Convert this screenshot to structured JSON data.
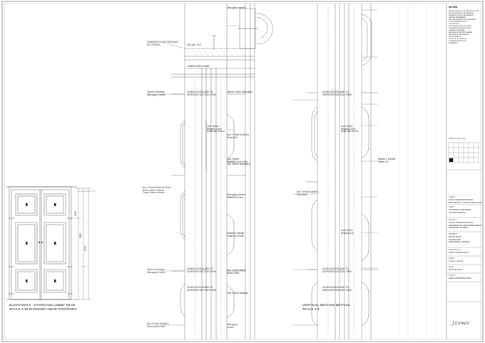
{
  "drawing": {
    "elevation_caption": "ELEVATION 2 - STAIRCASE LOBBY R3.02",
    "elevation_scale": "SCALE 1:10 SHOWING HINGE POSITIONS",
    "section_caption": "VERTICAL SECTION DETAILS",
    "section_scale": "SCALE 1:1",
    "dimensions": [
      "1500",
      "1800",
      "2275"
    ],
    "left_callouts": [
      "TAPERED FLOOR PROVIDED\nBY OTHERS",
      "Timber Architrave\nMahogany Veneer",
      "Nos 1 Fixed Socket & Flush\nBolt to Leaf & Timber\nFrame Nature Veneer",
      "Timber Architrave\nMahogany Veneer",
      "Nos 1 Fixed Socket &\nFlush Bolt to Leaf"
    ],
    "mid_callouts": [
      "CEILING TILE",
      "TIMBER SUB FRAME",
      "40 MM DOOR BLANK TO\nSUPERIOR SECTION VIEW",
      "Leaf Timber\nBeading Cut in\nSolid Oak Veneer",
      "40 MM DOOR BLANK TO\nSUPERIOR SECTION VIEW",
      "40 MM DOOR BLANK TO\nSUPERIOR SECTION VIEW"
    ],
    "right_callouts": [
      "Mahogany Veneer",
      "Timber Frame Mahogany",
      "Nos 1 Fixed Socket to\nFlush Bolt",
      "Leaf Timber\nBeading Cut in Solid\nOak Veneer Mahogany",
      "Mahogany Veneer\nFeatured Timber",
      "Raised & Fielded\nPanel Cut Profile",
      "Nos 1 Solid Timber\nBead Profile",
      "Leaf Timber Beading",
      "Mahogany\nVeneer"
    ],
    "section_mid_callouts": [
      "40 MM DOOR BLANK TO\nSUPERIOR SECTION VIEW",
      "Leaf Timber\nBeading Cut in\nSolid Oak Veneer",
      "Raised & Fielded\nPanel Cut",
      "Nos 1 Fixed Socket &\nFlush Bolt",
      "Leaf Timber\nBeading Cut",
      "40 MM DOOR BLANK TO\nSUPERIOR SECTION VIEW",
      "40 MM DOOR BLANK TO\nSUPERIOR SECTION VIEW"
    ]
  },
  "title_block": {
    "notes_title": "NOTES",
    "notes_text": "All dimensions to be checked on site.\nDo not scale from this drawing.\nAll joinery to be in accordance\nwith the specification.\nAny discrepancies to be reported\nto the architect prior to\nmanufacture.\nThis drawing is to be read in\nconjunction with all relevant\nengineers drawings.\nAll timber to be FSC certified.\nDoor sets to comply with\nBS 476 Part 22.\nVeneer to be selected\nand approved prior to\ninstallation.",
    "revisions_title": "Material Finishes Key",
    "client_label": "CLIENT",
    "client_value": "29-31 CHESHAM PLACE\nBELGRAVIA, LONDON SW1X 8HL",
    "architect_label": "USER",
    "architect_value": "COOKSEY CONTINUE\nSTUDIO WORKS",
    "project_label": "PROJECT",
    "project_value": "29-31 CHESHAM PLACE\nRESIDENTIAL REFURBISHMENT\nINTERIOR JOINERY",
    "title_label": "DRAWING",
    "title_value": "DOOR R3.02\nSTAIRCASE\nSECTIONAL DETAILS",
    "drawing_no_label": "DRAWING NO",
    "drawing_no_value": "CPR-1736-JD-002-3",
    "scale_label": "SCALE",
    "scale_value": "1:10, 1:1 @ A1",
    "date_label": "DATE",
    "date_value": "26 JUNE 2014",
    "status_label": "STATUS",
    "status_value": "FOR CONSTRUCTION",
    "signature": "J.Lomax"
  }
}
